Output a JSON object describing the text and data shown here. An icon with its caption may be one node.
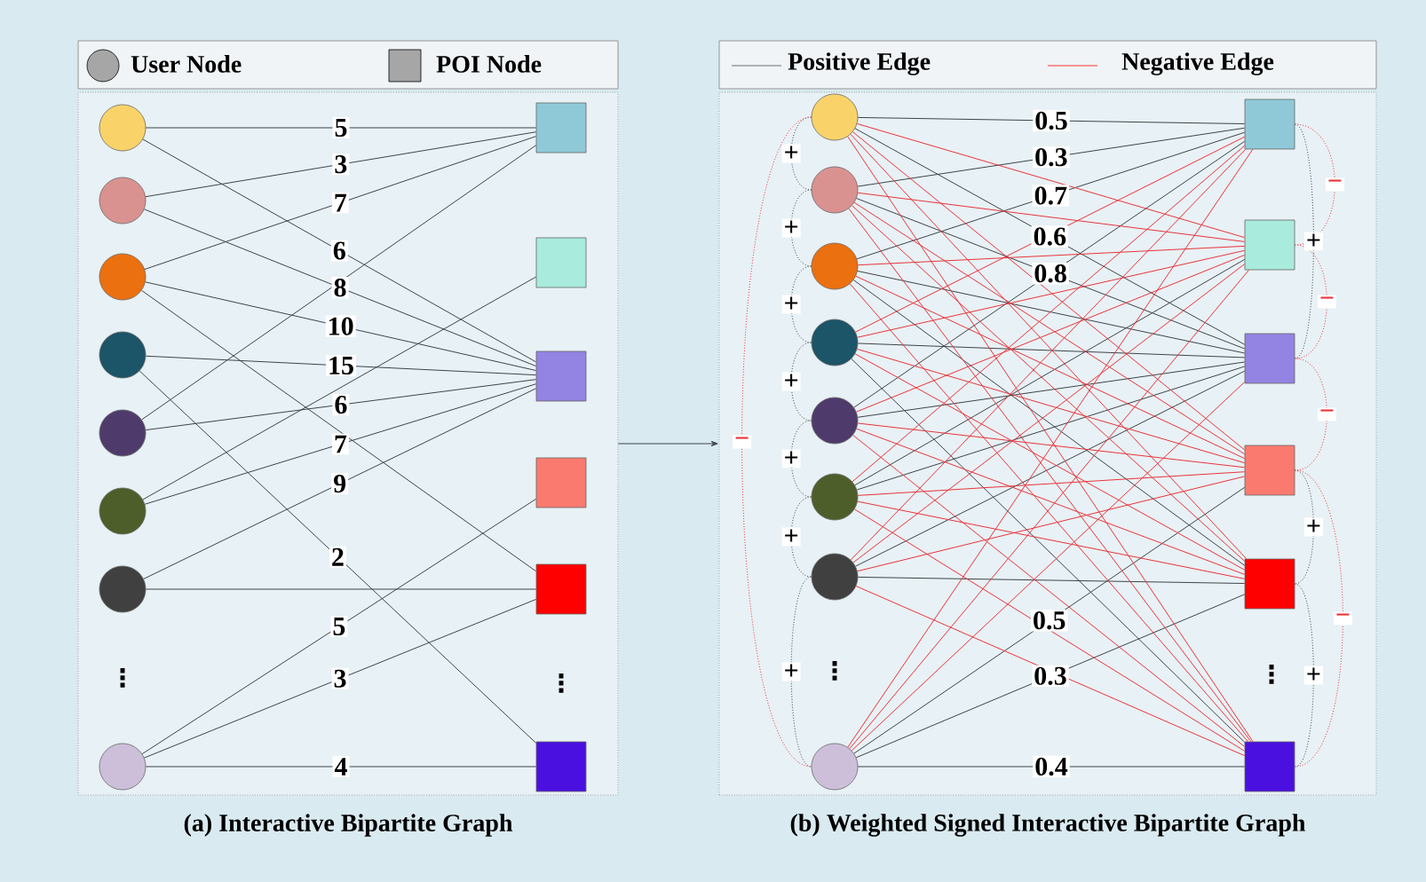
{
  "diagram": {
    "nodes": [
      {
        "text": [
          "(a) Interactive Bipartite Graph"
        ]
      },
      {
        "text": [],
        "shape": "circle",
        "in": 0
      },
      {
        "text": [],
        "shape": "circle",
        "in": 0
      },
      {
        "text": [],
        "shape": "circle",
        "in": 0
      },
      {
        "text": [],
        "shape": "circle",
        "in": 0
      },
      {
        "text": [],
        "shape": "circle",
        "in": 0
      },
      {
        "text": [],
        "shape": "circle",
        "in": 0
      },
      {
        "text": [],
        "shape": "circle",
        "in": 0
      },
      {
        "text": [],
        "shape": "circle",
        "in": 0
      },
      {
        "text": [],
        "shape": "box",
        "in": 0
      },
      {
        "text": [],
        "shape": "box",
        "in": 0
      },
      {
        "text": [],
        "shape": "box",
        "in": 0
      },
      {
        "text": [],
        "shape": "box",
        "in": 0
      },
      {
        "text": [],
        "shape": "box",
        "in": 0
      },
      {
        "text": [],
        "shape": "box",
        "in": 0
      },
      {
        "text": [
          "(b) Weighted Signed Interactive Bipartite Graph"
        ]
      },
      {
        "text": [],
        "shape": "circle",
        "in": 15
      },
      {
        "text": [],
        "shape": "circle",
        "in": 15
      },
      {
        "text": [],
        "shape": "circle",
        "in": 15
      },
      {
        "text": [],
        "shape": "circle",
        "in": 15
      },
      {
        "text": [],
        "shape": "circle",
        "in": 15
      },
      {
        "text": [],
        "shape": "circle",
        "in": 15
      },
      {
        "text": [],
        "shape": "circle",
        "in": 15
      },
      {
        "text": [],
        "shape": "circle",
        "in": 15
      },
      {
        "text": [],
        "shape": "box",
        "in": 15
      },
      {
        "text": [],
        "shape": "box",
        "in": 15
      },
      {
        "text": [],
        "shape": "box",
        "in": 15
      },
      {
        "text": [],
        "shape": "box",
        "in": 15
      },
      {
        "text": [],
        "shape": "box",
        "in": 15
      },
      {
        "text": [],
        "shape": "box",
        "in": 15
      }
    ],
    "edges": [
      {
        "from": 1,
        "to": 9,
        "arrow": "none",
        "label": "5"
      },
      {
        "from": 1,
        "to": 11,
        "arrow": "none",
        "label": "6"
      },
      {
        "from": 2,
        "to": 9,
        "arrow": "none",
        "label": "3"
      },
      {
        "from": 2,
        "to": 11,
        "arrow": "none",
        "label": "8"
      },
      {
        "from": 3,
        "to": 9,
        "arrow": "none",
        "label": "7"
      },
      {
        "from": 3,
        "to": 11,
        "arrow": "none",
        "label": "10"
      },
      {
        "from": 3,
        "to": 13,
        "arrow": "none"
      },
      {
        "from": 4,
        "to": 11,
        "arrow": "none",
        "label": "15"
      },
      {
        "from": 4,
        "to": 14,
        "arrow": "none",
        "label": "2"
      },
      {
        "from": 5,
        "to": 9,
        "arrow": "none"
      },
      {
        "from": 5,
        "to": 11,
        "arrow": "none",
        "label": "6"
      },
      {
        "from": 6,
        "to": 10,
        "arrow": "none"
      },
      {
        "from": 6,
        "to": 11,
        "arrow": "none",
        "label": "7"
      },
      {
        "from": 7,
        "to": 11,
        "arrow": "none",
        "label": "9"
      },
      {
        "from": 7,
        "to": 13,
        "arrow": "none"
      },
      {
        "from": 8,
        "to": 12,
        "arrow": "none",
        "label": "5"
      },
      {
        "from": 8,
        "to": 13,
        "arrow": "none",
        "label": "3"
      },
      {
        "from": 8,
        "to": 14,
        "arrow": "none",
        "label": "4"
      },
      {
        "from": 0,
        "to": 15,
        "arrow": "to"
      },
      {
        "from": 16,
        "to": 24,
        "arrow": "none",
        "label": "0.5"
      },
      {
        "from": 16,
        "to": 26,
        "arrow": "none",
        "label": "0.6"
      },
      {
        "from": 17,
        "to": 24,
        "arrow": "none",
        "label": "0.3"
      },
      {
        "from": 17,
        "to": 26,
        "arrow": "none",
        "label": "0.8"
      },
      {
        "from": 18,
        "to": 24,
        "arrow": "none",
        "label": "0.7"
      },
      {
        "from": 18,
        "to": 26,
        "arrow": "none"
      },
      {
        "from": 18,
        "to": 28,
        "arrow": "none"
      },
      {
        "from": 19,
        "to": 26,
        "arrow": "none"
      },
      {
        "from": 19,
        "to": 29,
        "arrow": "none"
      },
      {
        "from": 20,
        "to": 24,
        "arrow": "none"
      },
      {
        "from": 20,
        "to": 26,
        "arrow": "none"
      },
      {
        "from": 21,
        "to": 25,
        "arrow": "none"
      },
      {
        "from": 21,
        "to": 26,
        "arrow": "none"
      },
      {
        "from": 22,
        "to": 26,
        "arrow": "none"
      },
      {
        "from": 22,
        "to": 28,
        "arrow": "none"
      },
      {
        "from": 23,
        "to": 27,
        "arrow": "none",
        "label": "0.5"
      },
      {
        "from": 23,
        "to": 28,
        "arrow": "none",
        "label": "0.3"
      },
      {
        "from": 23,
        "to": 29,
        "arrow": "none",
        "label": "0.4"
      },
      {
        "from": 16,
        "to": 25,
        "arrow": "none",
        "color": "#e8333a"
      },
      {
        "from": 16,
        "to": 27,
        "arrow": "none",
        "color": "#e8333a"
      },
      {
        "from": 16,
        "to": 28,
        "arrow": "none",
        "color": "#e8333a"
      },
      {
        "from": 16,
        "to": 29,
        "arrow": "none",
        "color": "#e8333a"
      },
      {
        "from": 17,
        "to": 25,
        "arrow": "none",
        "color": "#e8333a"
      },
      {
        "from": 17,
        "to": 27,
        "arrow": "none",
        "color": "#e8333a"
      },
      {
        "from": 17,
        "to": 28,
        "arrow": "none",
        "color": "#e8333a"
      },
      {
        "from": 17,
        "to": 29,
        "arrow": "none",
        "color": "#e8333a"
      },
      {
        "from": 18,
        "to": 25,
        "arrow": "none",
        "color": "#e8333a"
      },
      {
        "from": 18,
        "to": 27,
        "arrow": "none",
        "color": "#e8333a"
      },
      {
        "from": 18,
        "to": 29,
        "arrow": "none",
        "color": "#e8333a"
      },
      {
        "from": 19,
        "to": 24,
        "arrow": "none",
        "color": "#e8333a"
      },
      {
        "from": 19,
        "to": 25,
        "arrow": "none",
        "color": "#e8333a"
      },
      {
        "from": 19,
        "to": 27,
        "arrow": "none",
        "color": "#e8333a"
      },
      {
        "from": 19,
        "to": 28,
        "arrow": "none",
        "color": "#e8333a"
      },
      {
        "from": 20,
        "to": 25,
        "arrow": "none",
        "color": "#e8333a"
      },
      {
        "from": 20,
        "to": 27,
        "arrow": "none",
        "color": "#e8333a"
      },
      {
        "from": 20,
        "to": 28,
        "arrow": "none",
        "color": "#e8333a"
      },
      {
        "from": 20,
        "to": 29,
        "arrow": "none",
        "color": "#e8333a"
      },
      {
        "from": 21,
        "to": 24,
        "arrow": "none",
        "color": "#e8333a"
      },
      {
        "from": 21,
        "to": 27,
        "arrow": "none",
        "color": "#e8333a"
      },
      {
        "from": 21,
        "to": 28,
        "arrow": "none",
        "color": "#e8333a"
      },
      {
        "from": 21,
        "to": 29,
        "arrow": "none",
        "color": "#e8333a"
      },
      {
        "from": 22,
        "to": 24,
        "arrow": "none",
        "color": "#e8333a"
      },
      {
        "from": 22,
        "to": 25,
        "arrow": "none",
        "color": "#e8333a"
      },
      {
        "from": 22,
        "to": 27,
        "arrow": "none",
        "color": "#e8333a"
      },
      {
        "from": 22,
        "to": 29,
        "arrow": "none",
        "color": "#e8333a"
      },
      {
        "from": 23,
        "to": 24,
        "arrow": "none",
        "color": "#e8333a"
      },
      {
        "from": 23,
        "to": 25,
        "arrow": "none",
        "color": "#e8333a"
      },
      {
        "from": 23,
        "to": 26,
        "arrow": "none",
        "color": "#e8333a"
      },
      {
        "from": 16,
        "to": 17,
        "arrow": "none",
        "style": "dashed",
        "label": "+"
      },
      {
        "from": 17,
        "to": 18,
        "arrow": "none",
        "style": "dashed",
        "label": "+"
      },
      {
        "from": 18,
        "to": 19,
        "arrow": "none",
        "style": "dashed",
        "label": "+"
      },
      {
        "from": 19,
        "to": 20,
        "arrow": "none",
        "style": "dashed",
        "label": "+"
      },
      {
        "from": 20,
        "to": 21,
        "arrow": "none",
        "style": "dashed",
        "label": "+"
      },
      {
        "from": 21,
        "to": 22,
        "arrow": "none",
        "style": "dashed",
        "label": "+"
      },
      {
        "from": 22,
        "to": 23,
        "arrow": "none",
        "style": "dashed",
        "label": "+"
      },
      {
        "from": 16,
        "to": 23,
        "arrow": "none",
        "style": "dashed",
        "color": "#e8333a",
        "label": "−"
      },
      {
        "from": 24,
        "to": 25,
        "arrow": "none",
        "style": "dashed",
        "color": "#e8333a",
        "label": "−"
      },
      {
        "from": 24,
        "to": 26,
        "arrow": "none",
        "style": "dashed",
        "label": "+"
      },
      {
        "from": 25,
        "to": 26,
        "arrow": "none",
        "style": "dashed",
        "color": "#e8333a",
        "label": "−"
      },
      {
        "from": 26,
        "to": 27,
        "arrow": "none",
        "style": "dashed",
        "color": "#e8333a",
        "label": "−"
      },
      {
        "from": 27,
        "to": 28,
        "arrow": "none",
        "style": "dashed",
        "label": "+"
      },
      {
        "from": 27,
        "to": 29,
        "arrow": "none",
        "style": "dashed",
        "color": "#e8333a",
        "label": "−"
      },
      {
        "from": 28,
        "to": 29,
        "arrow": "none",
        "style": "dashed",
        "label": "+"
      }
    ],
    "labels": [
      "⋮",
      "⋮",
      "⋮",
      "⋮"
    ],
    "legend": [
      {
        "text": "User Node"
      },
      {
        "text": "POI  Node"
      },
      {
        "text": "Positive Edge"
      },
      {
        "text": "Negative Edge"
      }
    ]
  }
}
